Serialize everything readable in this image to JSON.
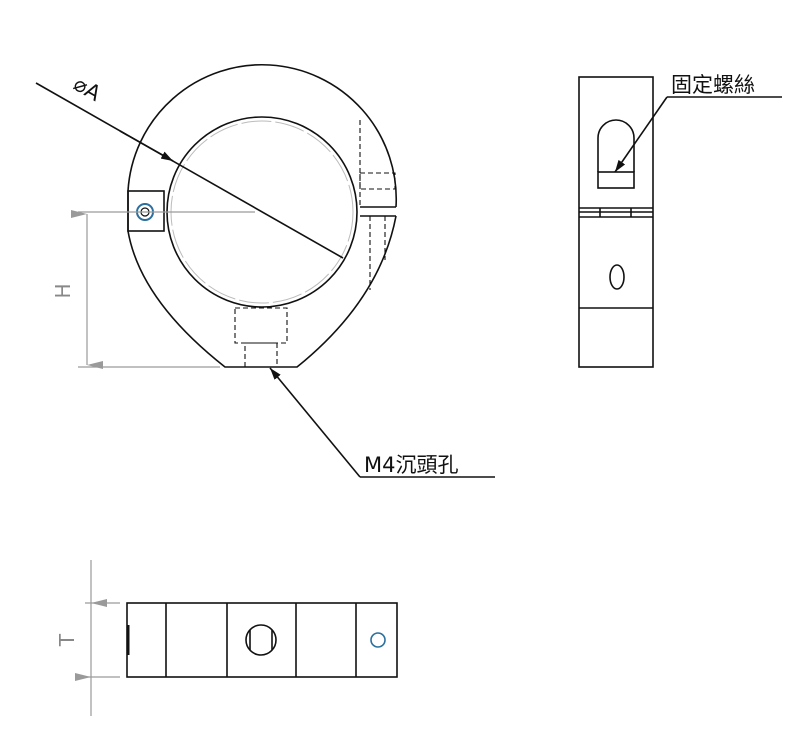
{
  "title": "Shaft collar clamp drawing",
  "labels": {
    "diameter": "⌀A",
    "height": "H",
    "thickness": "T",
    "set_screw": "固定螺絲",
    "counterbore": "M4沉頭孔"
  },
  "colors": {
    "line": "#111111",
    "dimension": "#9a9a9a",
    "screw": "#2a6f9e"
  }
}
